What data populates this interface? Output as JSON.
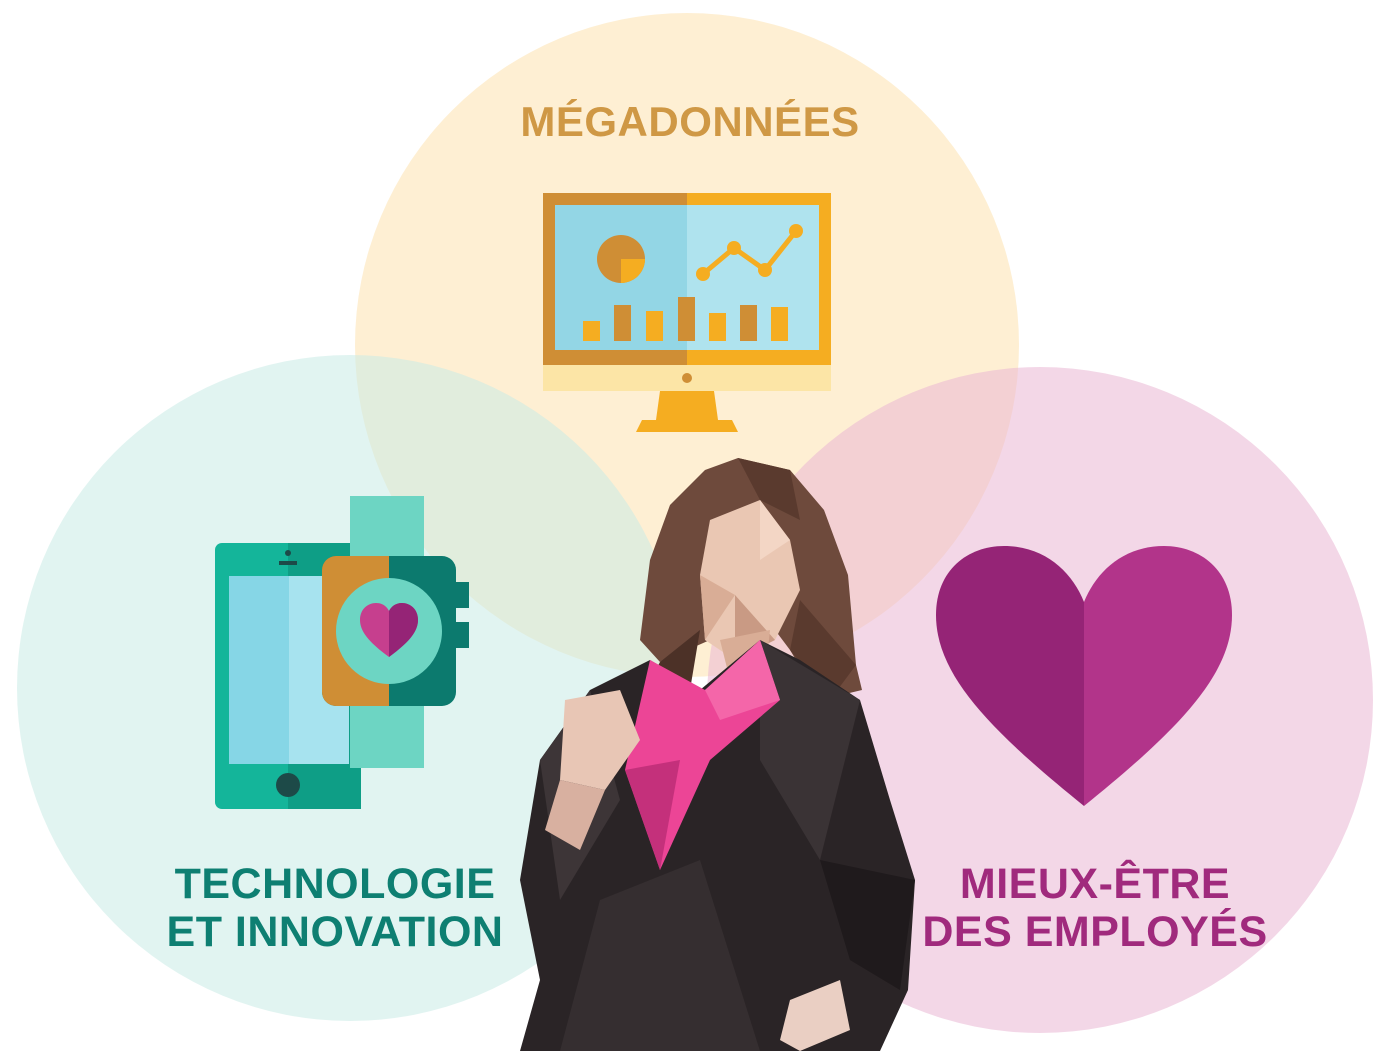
{
  "colors": {
    "circle_top": "#fdeccd",
    "circle_left": "#d9f1ee",
    "circle_right": "#f2d3e6",
    "label_big_data": "#cf9845",
    "label_tech": "#0e7f72",
    "label_wellness": "#a02a7d",
    "monitor_frame": "#f5ad21",
    "monitor_frame_dark": "#cf8e35",
    "monitor_screen": "#9fdbe9",
    "phone_body": "#14b59a",
    "watch_band": "#6dd5c3",
    "heart_left": "#952476",
    "heart_right": "#b2348a",
    "suit": "#2a2426",
    "scarf": "#ec4596",
    "hair": "#6e4a3c",
    "skin": "#eac7b3"
  },
  "labels": {
    "big_data": "MÉGADONNÉES",
    "tech": [
      "TECHNOLOGIE",
      "ET INNOVATION"
    ],
    "wellness": [
      "MIEUX-ÊTRE",
      "DES EMPLOYÉS"
    ]
  },
  "icons": {
    "monitor": "analytics-monitor-icon",
    "devices": "smartphone-smartwatch-icon",
    "heart": "heart-icon",
    "person": "polygonal-woman-illustration"
  }
}
